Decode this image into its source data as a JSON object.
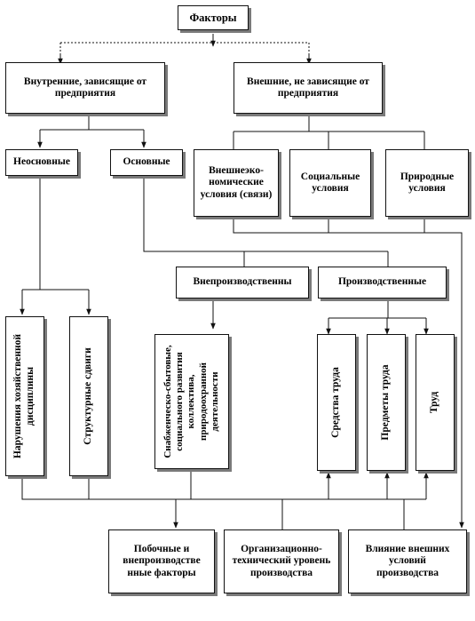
{
  "diagram": {
    "root": "Факторы",
    "internal": "Внутренние,  зависящие от предприятия",
    "external": "Внешние,  не зависящие от предприятия",
    "nonbasic": "Неосновные",
    "basic": "Основные",
    "ext_economic": "Внешнеэко-номические условия (связи)",
    "ext_social": "Социальные условия",
    "ext_natural": "Природные условия",
    "nonproduction": "Внепроизводственны",
    "production": "Производственные",
    "discipline_violation": "Нарушения хозяйственной дисциплины",
    "structural_shifts": "Структурные сдвиги",
    "supply_social": "Снабженческо-сбытовые, социального развития коллектива, природоохранной деятельности",
    "means_of_labor": "Средства труда",
    "objects_of_labor": "Предметы труда",
    "labor": "Труд",
    "side_factors": "Побочные и внепроизводстве нные факторы",
    "org_tech_level": "Организационно-технический уровень производства",
    "external_influence": "Влияние внешних условий производства"
  }
}
